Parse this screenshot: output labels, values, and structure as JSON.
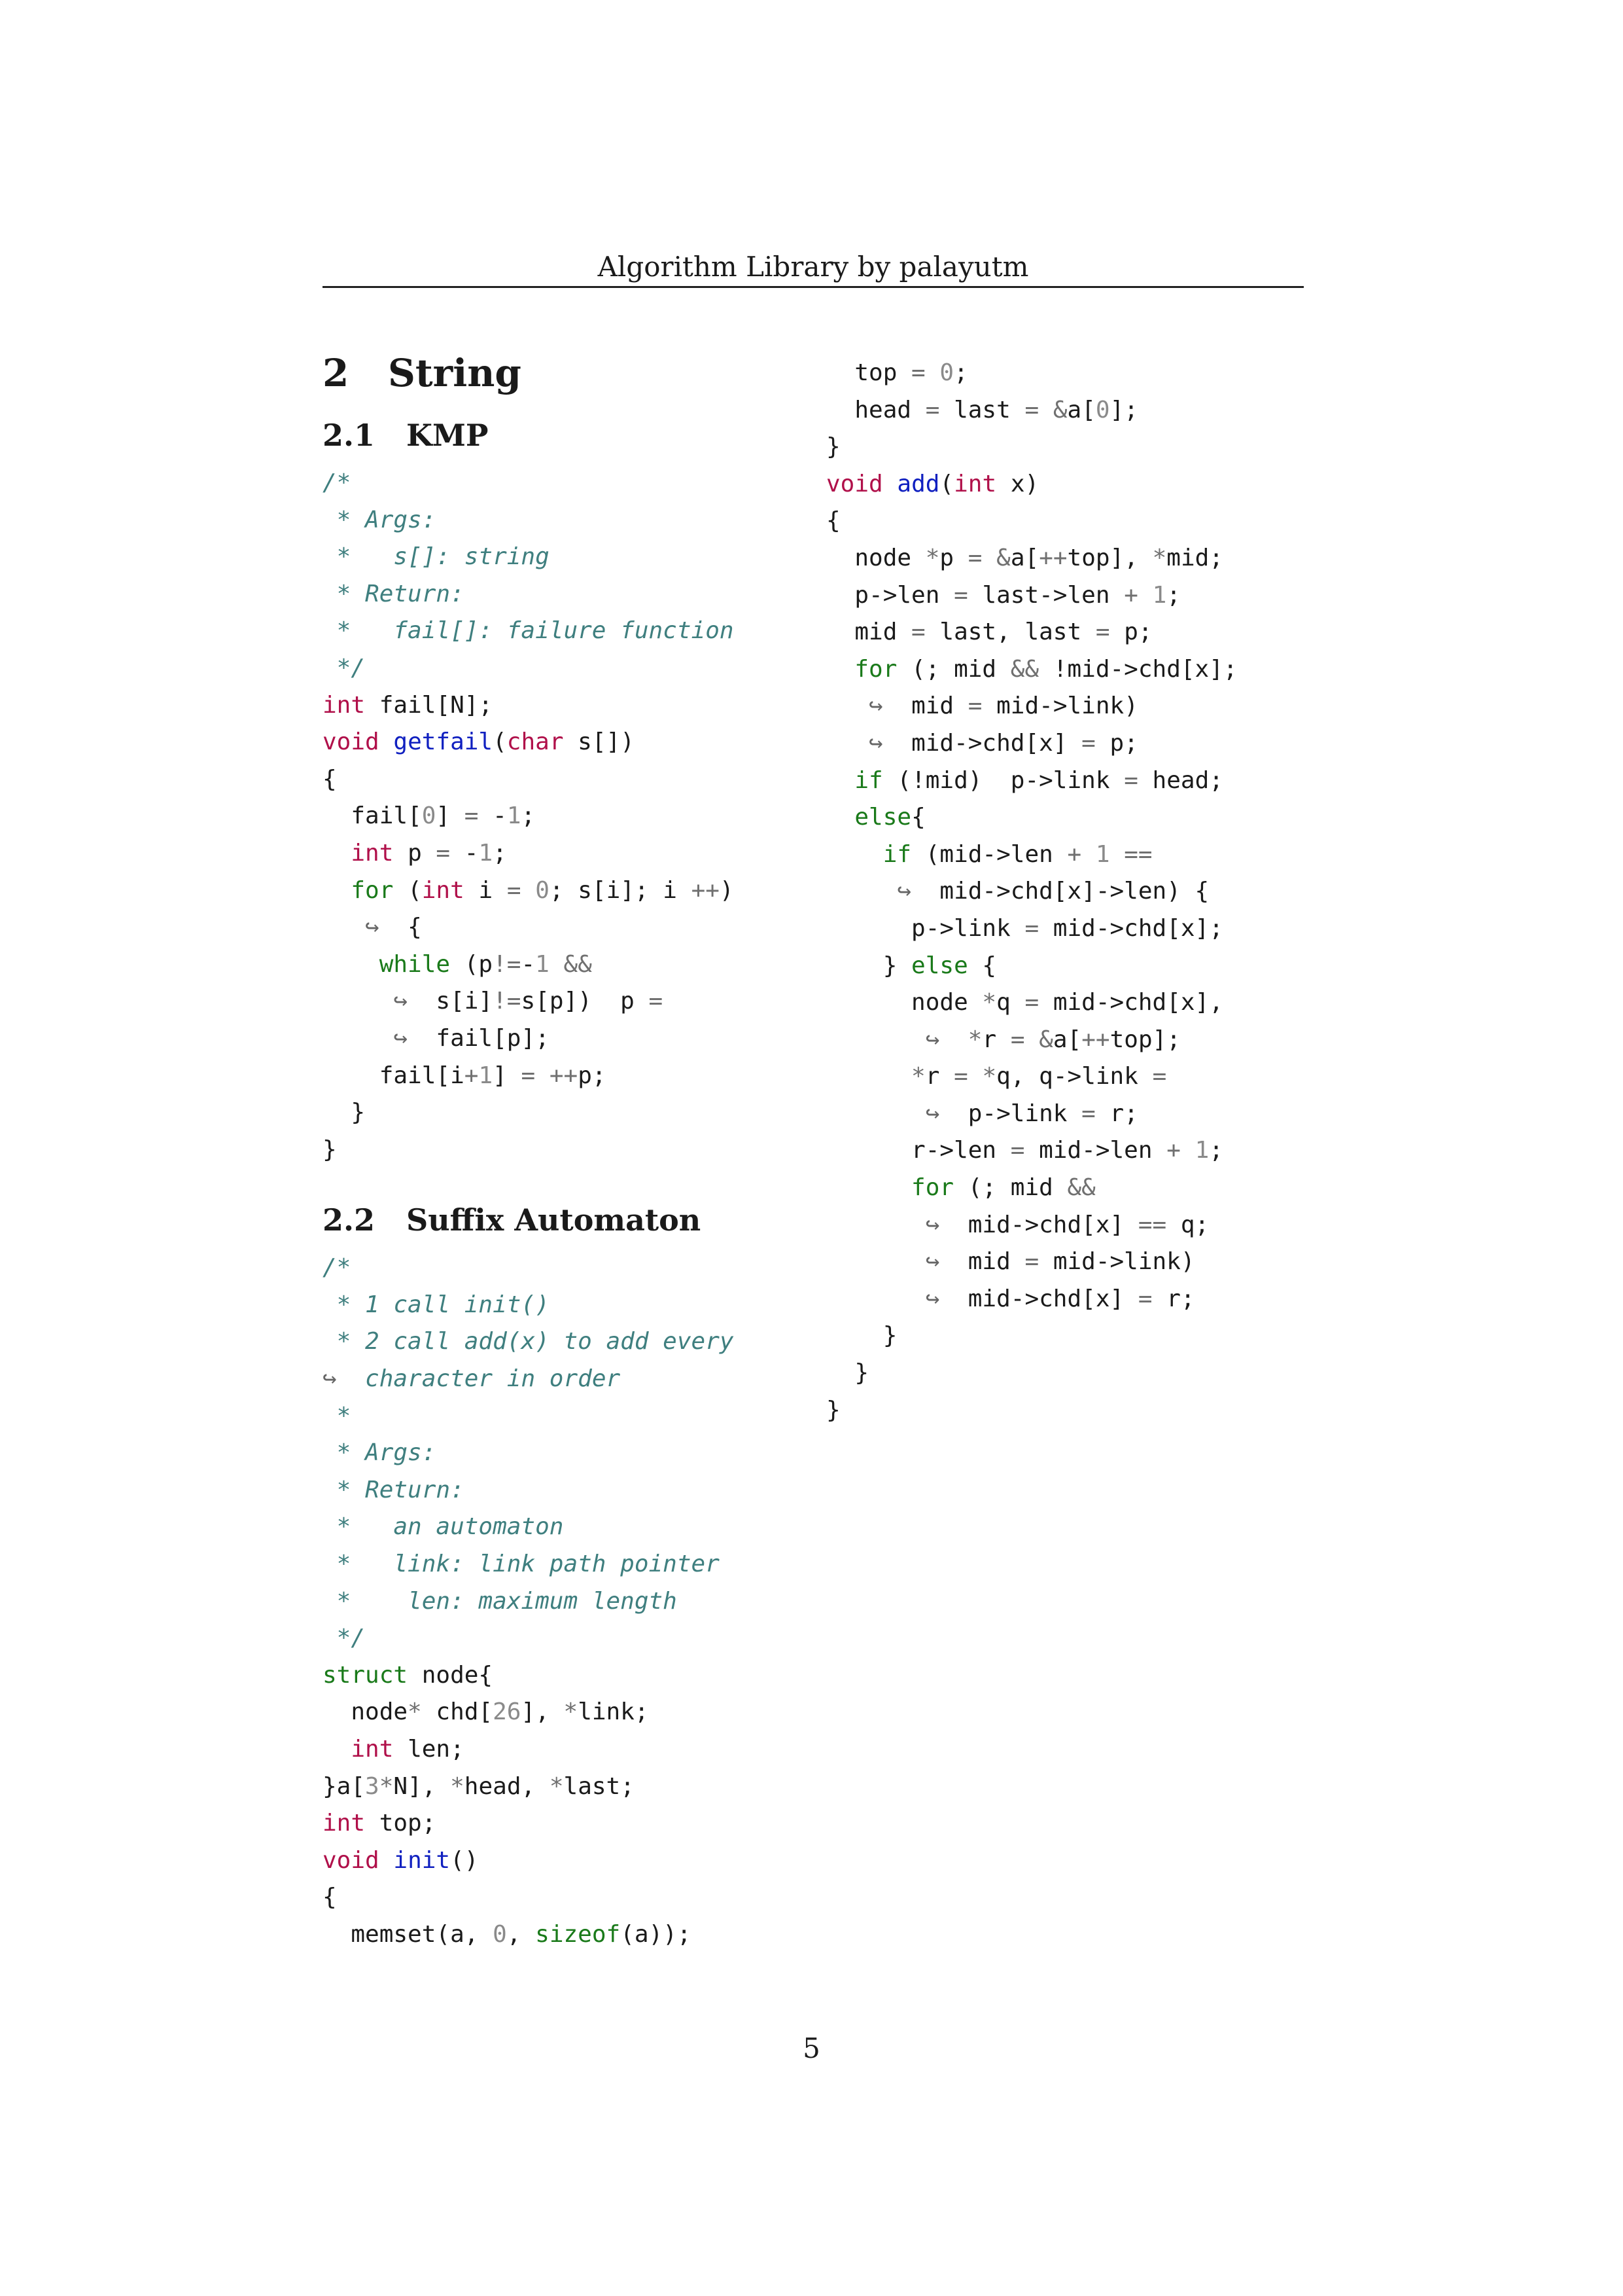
{
  "header": {
    "title": "Algorithm Library by palayutm"
  },
  "section": {
    "number": "2",
    "title": "String"
  },
  "subsections": [
    {
      "number": "2.1",
      "title": "KMP"
    },
    {
      "number": "2.2",
      "title": "Suffix Automaton"
    }
  ],
  "kmp_code": [
    "/*",
    " * Args:",
    " *   s[]: string",
    " * Return:",
    " *   fail[]: failure function",
    " */",
    "int fail[N];",
    "void getfail(char s[])",
    "{",
    "  fail[0] = -1;",
    "  int p = -1;",
    "  for (int i = 0; s[i]; i ++)",
    "   ↪  {",
    "    while (p!=-1 &&",
    "     ↪  s[i]!=s[p])  p =",
    "     ↪  fail[p];",
    "    fail[i+1] = ++p;",
    "  }",
    "}"
  ],
  "sam_code_left": [
    "/*",
    " * 1 call init()",
    " * 2 call add(x) to add every",
    "↪  character in order",
    " *",
    " * Args:",
    " * Return:",
    " *   an automaton",
    " *   link: link path pointer",
    " *    len: maximum length",
    " */",
    "struct node{",
    "  node* chd[26], *link;",
    "  int len;",
    "}a[3*N], *head, *last;",
    "int top;",
    "void init()",
    "{",
    "  memset(a, 0, sizeof(a));"
  ],
  "sam_code_right": [
    "  top = 0;",
    "  head = last = &a[0];",
    "}",
    "void add(int x)",
    "{",
    "  node *p = &a[++top], *mid;",
    "  p->len = last->len + 1;",
    "  mid = last, last = p;",
    "  for (; mid && !mid->chd[x];",
    "   ↪  mid = mid->link)",
    "   ↪  mid->chd[x] = p;",
    "  if (!mid)  p->link = head;",
    "  else{",
    "    if (mid->len + 1 ==",
    "     ↪  mid->chd[x]->len) {",
    "      p->link = mid->chd[x];",
    "    } else {",
    "      node *q = mid->chd[x],",
    "       ↪  *r = &a[++top];",
    "      *r = *q, q->link =",
    "       ↪  p->link = r;",
    "      r->len = mid->len + 1;",
    "      for (; mid &&",
    "       ↪  mid->chd[x] == q;",
    "       ↪  mid = mid->link)",
    "       ↪  mid->chd[x] = r;",
    "    }",
    "  }",
    "}"
  ],
  "page_number": "5",
  "colors": {
    "comment": "#3f7f7f",
    "type_keyword": "#b0104a",
    "control_keyword": "#1a7a1a",
    "function_name": "#1020c0",
    "number": "#8a8a8a"
  }
}
